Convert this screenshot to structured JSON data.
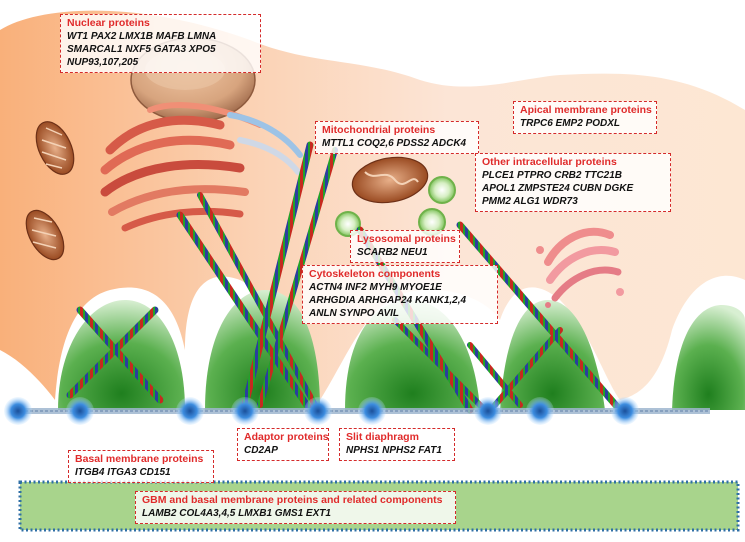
{
  "labels": {
    "nuclear": {
      "title": "Nuclear proteins",
      "lines": [
        "WT1   PAX2   LMX1B   MAFB   LMNA",
        "SMARCAL1   NXF5   GATA3   XPO5",
        "NUP93,107,205"
      ]
    },
    "apical": {
      "title": "Apical membrane proteins",
      "lines": [
        "TRPC6 EMP2 PODXL"
      ]
    },
    "mito": {
      "title": "Mitochondrial proteins",
      "lines": [
        "MTTL1 COQ2,6 PDSS2 ADCK4"
      ]
    },
    "other": {
      "title": "Other intracellular proteins",
      "lines": [
        "PLCE1   PTPRO   CRB2   TTC21B",
        "APOL1  ZMPSTE24  CUBN  DGKE",
        "PMM2 ALG1 WDR73"
      ]
    },
    "lyso": {
      "title": "Lysosomal proteins",
      "lines": [
        "SCARB2 NEU1"
      ]
    },
    "cyto": {
      "title": "Cytoskeleton components",
      "lines": [
        "ACTN4 INF2 MYH9 MYOE1E",
        "ARHGDIA   ARHGAP24   KANK1,2,4",
        "ANLN SYNPO AVIL"
      ]
    },
    "adaptor": {
      "title": "Adaptor proteins",
      "lines": [
        "CD2AP"
      ]
    },
    "slit": {
      "title": "Slit diaphragm",
      "lines": [
        "NPHS1 NPHS2  FAT1"
      ]
    },
    "basal": {
      "title": "Basal membrane proteins",
      "lines": [
        "ITGB4 ITGA3 CD151"
      ]
    },
    "gbm": {
      "title": "GBM and basal membrane proteins and related components",
      "lines": [
        "LAMB2 COL4A3,4,5 LMXB1 GMS1 EXT1"
      ]
    }
  },
  "colors": {
    "label_title": "#e02b2b",
    "label_border": "#d42a2a",
    "gbm_fill": "#a8d48c",
    "gbm_border": "#2f6fa6",
    "cell_fill": "#f8d2b4",
    "foot_process": "#3e9b3a",
    "filament_green": "#23a12a",
    "filament_red": "#c62a1f",
    "filament_blue": "#2a3f9e"
  },
  "icons": [
    "nucleus",
    "golgi-apparatus",
    "endoplasmic-reticulum",
    "mitochondrion",
    "lysosome",
    "foot-process",
    "slit-diaphragm-node",
    "actin-filament"
  ]
}
